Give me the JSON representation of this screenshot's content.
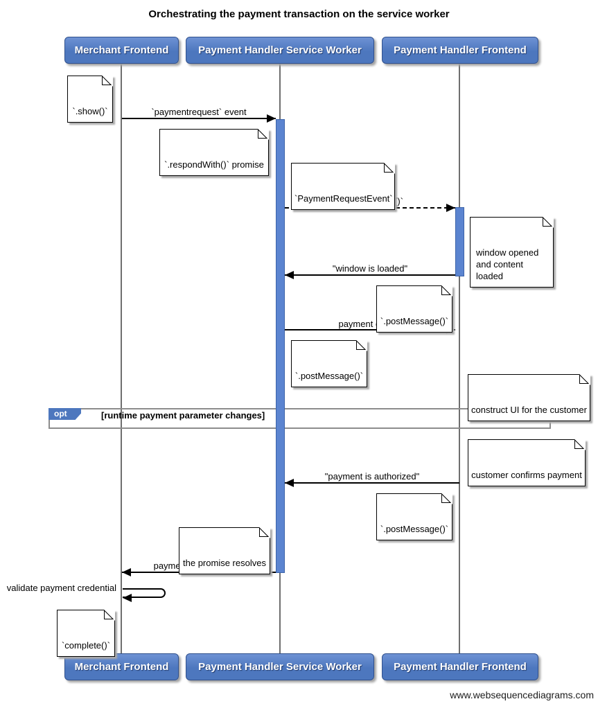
{
  "title": "Orchestrating the payment transaction on the service worker",
  "watermark": "www.websequencediagrams.com",
  "participants": [
    {
      "label": "Merchant Frontend"
    },
    {
      "label": "Payment Handler Service Worker"
    },
    {
      "label": "Payment Handler Frontend"
    }
  ],
  "notes": {
    "show": "`.show()`",
    "respond_with": "`.respondWith()` promise",
    "payment_request_event": "`PaymentRequestEvent`",
    "window_opened": "window opened\nand content loaded",
    "post_message_1": "`.postMessage()`",
    "post_message_2": "`.postMessage()`",
    "construct_ui": "construct UI for the customer",
    "customer_confirms": "customer confirms payment",
    "post_message_3": "`.postMessage()`",
    "promise_resolves": "the promise resolves",
    "complete": "`complete()`"
  },
  "messages": {
    "paymentrequest": "`paymentrequest` event",
    "open_window": "`.openWindow()`",
    "window_loaded": "\"window is loaded\"",
    "payment_details": "payment details",
    "payment_authorized": "\"payment is authorized\"",
    "payment_credential": "payment credential etc",
    "validate_credential": "validate payment credential"
  },
  "opt_frame": {
    "keyword": "opt",
    "guard": "[runtime payment parameter changes]"
  },
  "colors": {
    "participant_fill": "#4d77be",
    "participant_top": "#6e92d4",
    "participant_border": "#30508c",
    "activation_fill": "#5b84d0",
    "activation_border": "#3c63a8",
    "lifeline": "#6e6e6e",
    "frame_border": "#8c8c8c"
  }
}
